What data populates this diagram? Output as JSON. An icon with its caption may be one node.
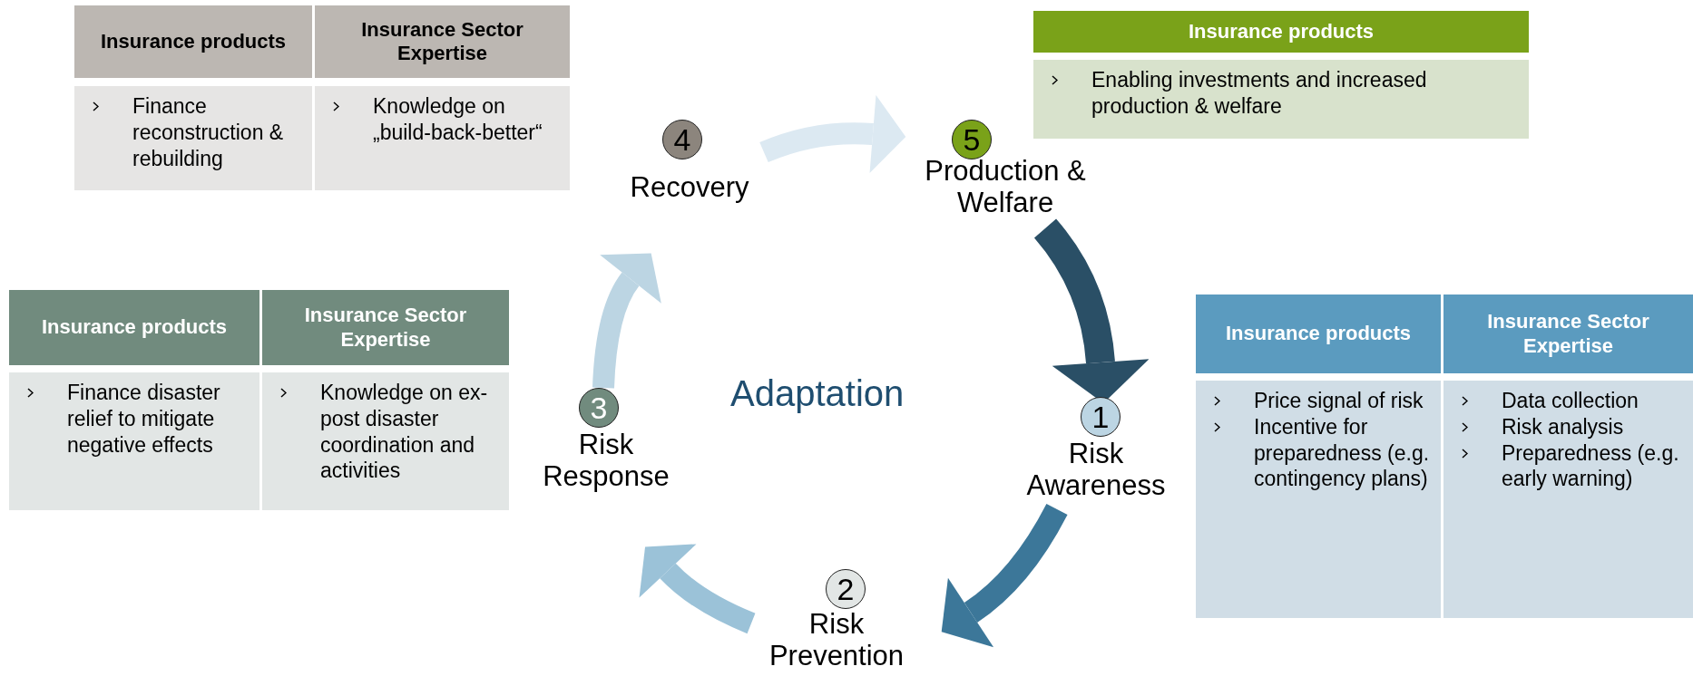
{
  "diagram": {
    "nodes": [
      {
        "text": [
          "Insurance products"
        ]
      },
      {
        "text": [
          "Insurance Sector Expertise"
        ]
      },
      {
        "text": [
          "Finance reconstruction & rebuilding"
        ]
      },
      {
        "text": [
          "Knowledge on „build-back-better“"
        ]
      },
      {
        "text": [
          "4"
        ],
        "beside": [
          "Recovery"
        ]
      },
      {
        "text": [
          "Insurance products"
        ]
      },
      {
        "text": [
          "Enabling investments and increased production & welfare"
        ]
      },
      {
        "text": [
          "5"
        ],
        "beside": [
          "Production & Welfare"
        ]
      },
      {
        "text": [
          "Insurance products"
        ]
      },
      {
        "text": [
          "Insurance Sector Expertise"
        ]
      },
      {
        "text": [
          "Finance disaster relief to mitigate negative effects"
        ]
      },
      {
        "text": [
          "Knowledge on ex-post disaster coordination and activities"
        ]
      },
      {
        "text": [
          "3"
        ],
        "beside": [
          "Risk Response"
        ]
      },
      {
        "text": [
          "1"
        ],
        "beside": [
          "Risk Awareness"
        ]
      },
      {
        "text": [
          "Insurance products"
        ]
      },
      {
        "text": [
          "Insurance Sector Expertise"
        ]
      },
      {
        "text": [
          "Price signal of risk",
          "Incentive for preparedness (e.g. contingency plans)"
        ]
      },
      {
        "text": [
          "Data collection",
          "Risk analysis",
          "Preparedness (e.g. early warning)"
        ]
      },
      {
        "text": [
          "2"
        ],
        "beside": [
          "Risk Prevention"
        ]
      }
    ],
    "edges": [
      {
        "from": 4,
        "to": 7,
        "arrow": "to",
        "color": "#dce9f2"
      },
      {
        "from": 7,
        "to": 13,
        "arrow": "to",
        "color": "#2a4f66"
      },
      {
        "from": 13,
        "to": 18,
        "arrow": "to",
        "color": "#3c7799"
      },
      {
        "from": 18,
        "to": 12,
        "arrow": "to",
        "color": "#9bc2d8"
      },
      {
        "from": 12,
        "to": 4,
        "arrow": "to",
        "color": "#bcd5e3"
      }
    ],
    "labels": [
      "Adaptation"
    ]
  }
}
